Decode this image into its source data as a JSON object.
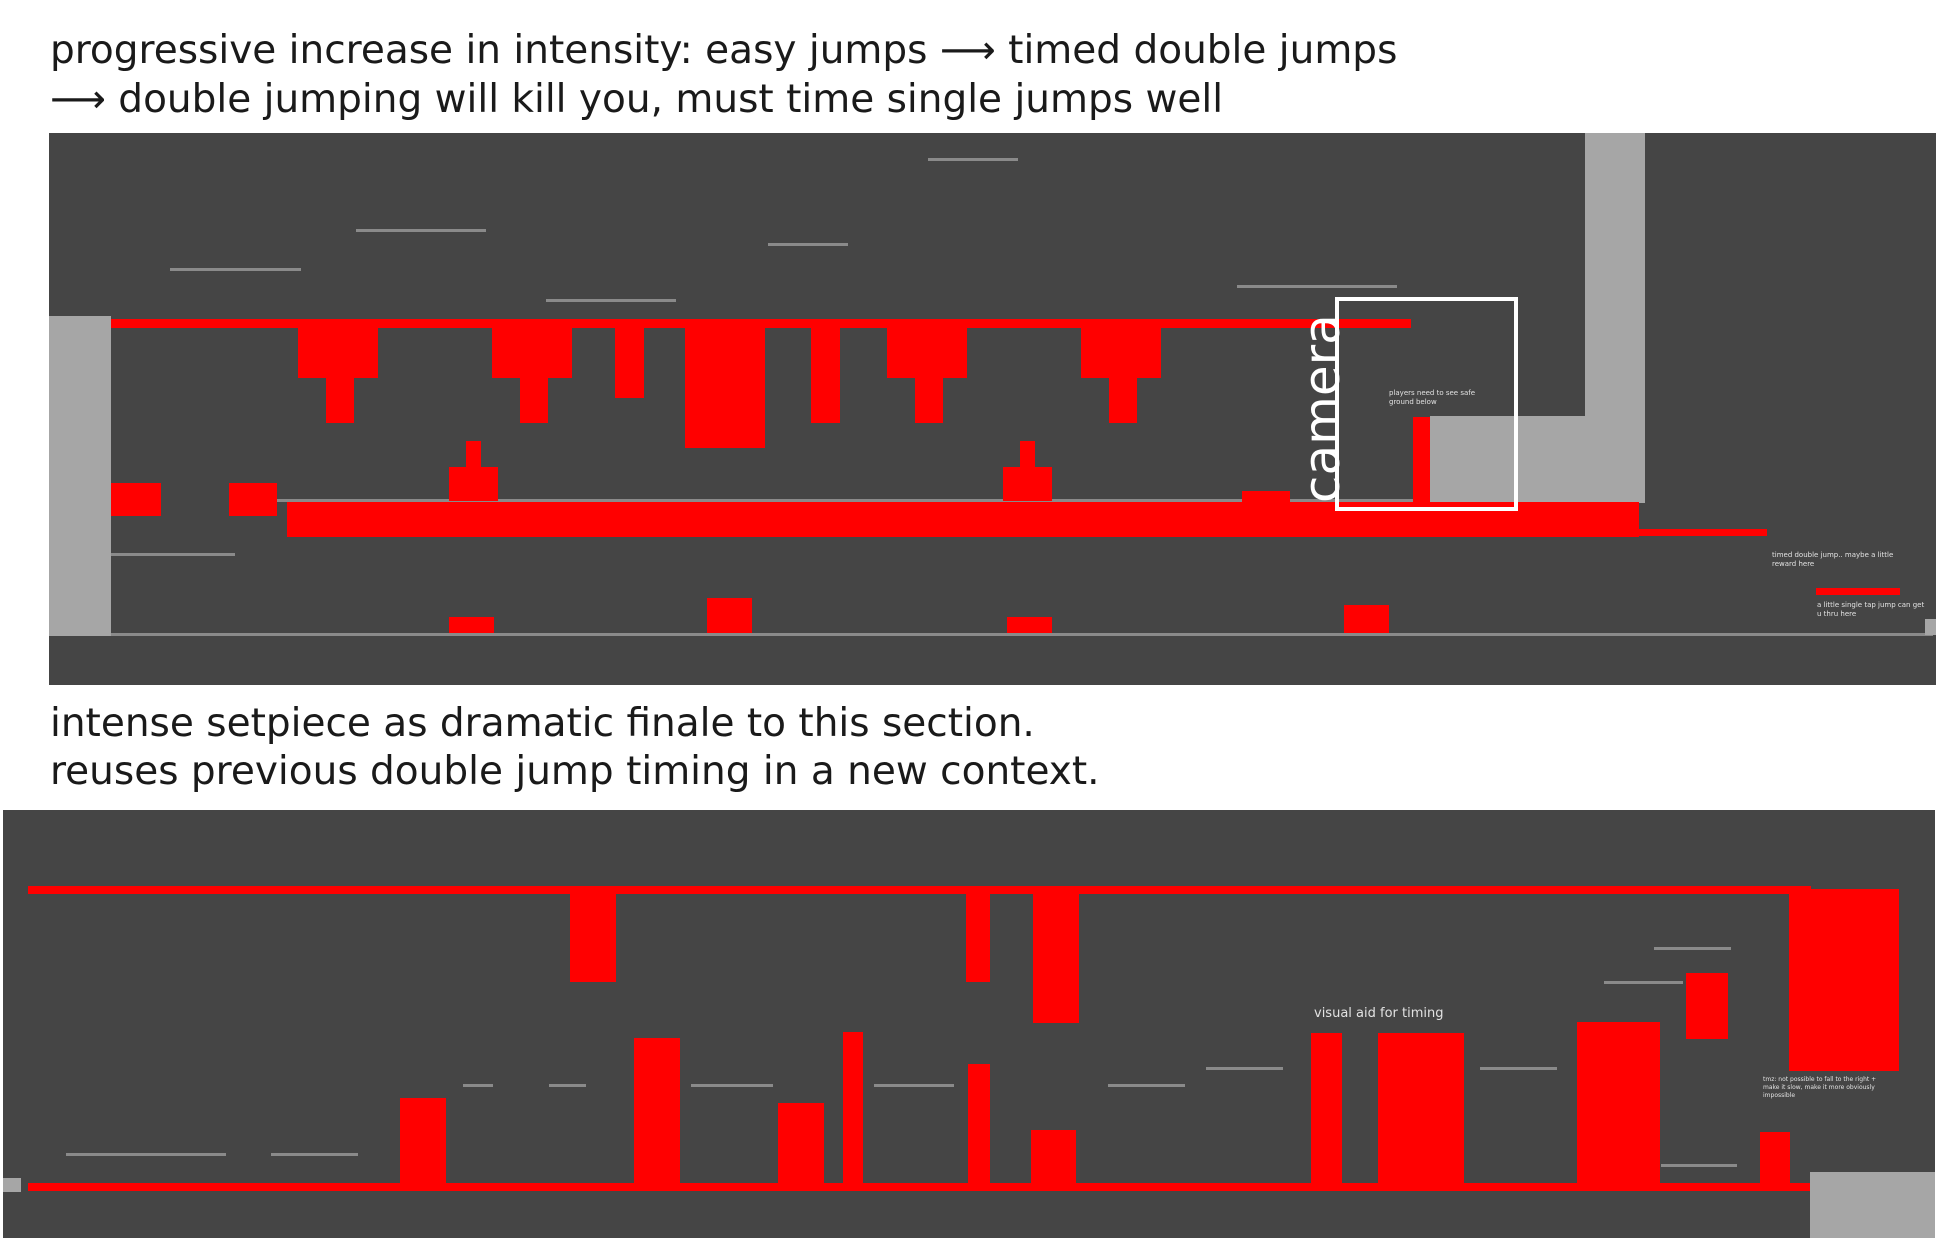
{
  "captions": {
    "top_line1": "progressive increase in intensity: easy jumps ⟶ timed double jumps",
    "top_line2": "⟶ double jumping will kill you, must time single jumps well",
    "bottom_line1": "intense setpiece as dramatic finale to this section.",
    "bottom_line2": "reuses previous double jump timing in a new context."
  },
  "top_panel": {
    "camera_label": "camera",
    "note_safe_ground": "players need to see safe ground below",
    "note_timed_double_jump": "timed double jump.. maybe a little reward here",
    "note_single_tap_jump": "a little single tap jump can get u thru here"
  },
  "bottom_panel": {
    "note_visual_aid": "visual aid for timing",
    "note_impossible": "tmz: not possible to fall to the right + make it slow, make it more obviously impossible"
  },
  "colors": {
    "background": "#ffffff",
    "panel": "#454545",
    "hazard": "#ff0000",
    "wall": "#a6a6a6",
    "platform_line": "#8a8a8a",
    "camera_frame": "#ffffff"
  }
}
